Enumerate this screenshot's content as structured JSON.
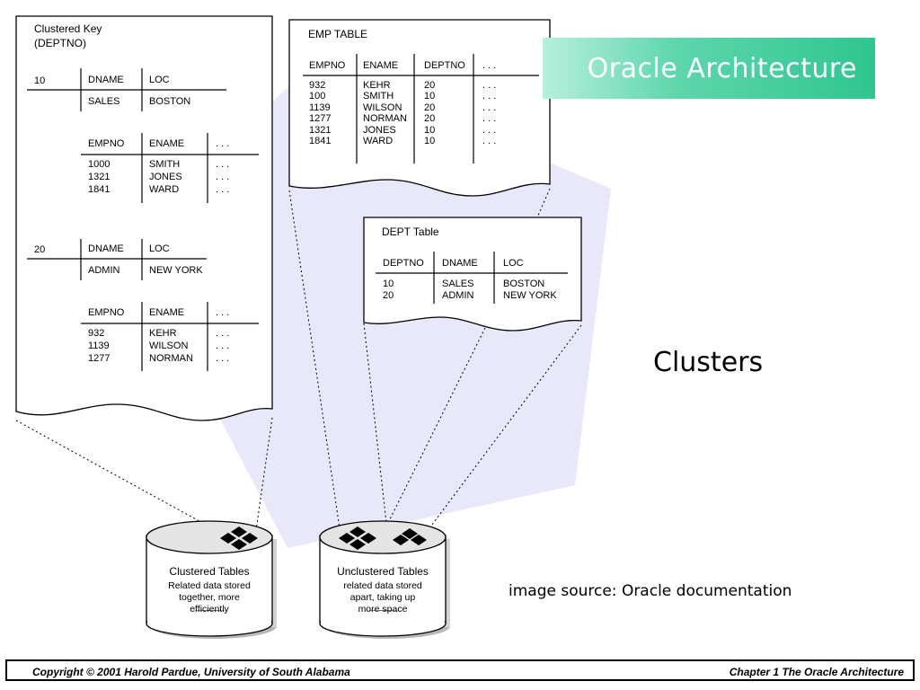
{
  "header": {
    "title": "Oracle Architecture"
  },
  "slide": {
    "subtitle": "Clusters",
    "image_source": "image source: Oracle documentation"
  },
  "footer": {
    "copyright": "Copyright  © 2001  Harold Pardue, University of South Alabama",
    "chapter": "Chapter 1 The Oracle Architecture"
  },
  "clustered_key": {
    "title": "Clustered Key",
    "subtitle": "(DEPTNO)",
    "groups": [
      {
        "key": "10",
        "dname_header": "DNAME",
        "loc_header": "LOC",
        "dname": "SALES",
        "loc": "BOSTON",
        "emp_headers": [
          "EMPNO",
          "ENAME",
          ". . ."
        ],
        "empno": "1000\n1321\n1841",
        "ename": "SMITH\nJONES\nWARD",
        "more": ". . .\n. . .\n. . ."
      },
      {
        "key": "20",
        "dname_header": "DNAME",
        "loc_header": "LOC",
        "dname": "ADMIN",
        "loc": "NEW YORK",
        "emp_headers": [
          "EMPNO",
          "ENAME",
          ". . ."
        ],
        "empno": "932\n1139\n1277",
        "ename": "KEHR\nWILSON\nNORMAN",
        "more": ". . .\n. . .\n. . ."
      }
    ]
  },
  "emp_table": {
    "title": "EMP TABLE",
    "headers": [
      "EMPNO",
      "ENAME",
      "DEPTNO",
      ". . ."
    ],
    "empno": "932\n100\n1139\n1277\n1321\n1841",
    "ename": "KEHR\nSMITH\nWILSON\nNORMAN\nJONES\nWARD",
    "deptno": "20\n10\n20\n20\n10\n10",
    "more": ". . .\n. . .\n. . .\n. . .\n. . .\n. . ."
  },
  "dept_table": {
    "title": "DEPT Table",
    "headers": [
      "DEPTNO",
      "DNAME",
      "LOC"
    ],
    "deptno": "10\n20",
    "dname": "SALES\nADMIN",
    "loc": "BOSTON\nNEW YORK"
  },
  "cylinders": {
    "clustered": {
      "title": "Clustered Tables",
      "desc1": "Related data stored",
      "desc2": "together, more",
      "desc3": "efficiently"
    },
    "unclustered": {
      "title": "Unclustered Tables",
      "desc1": "related data stored",
      "desc2": "apart, taking up",
      "desc3": "more space"
    }
  },
  "colors": {
    "title_bg": "#2ec690",
    "highlight": "#e6e6fa"
  }
}
